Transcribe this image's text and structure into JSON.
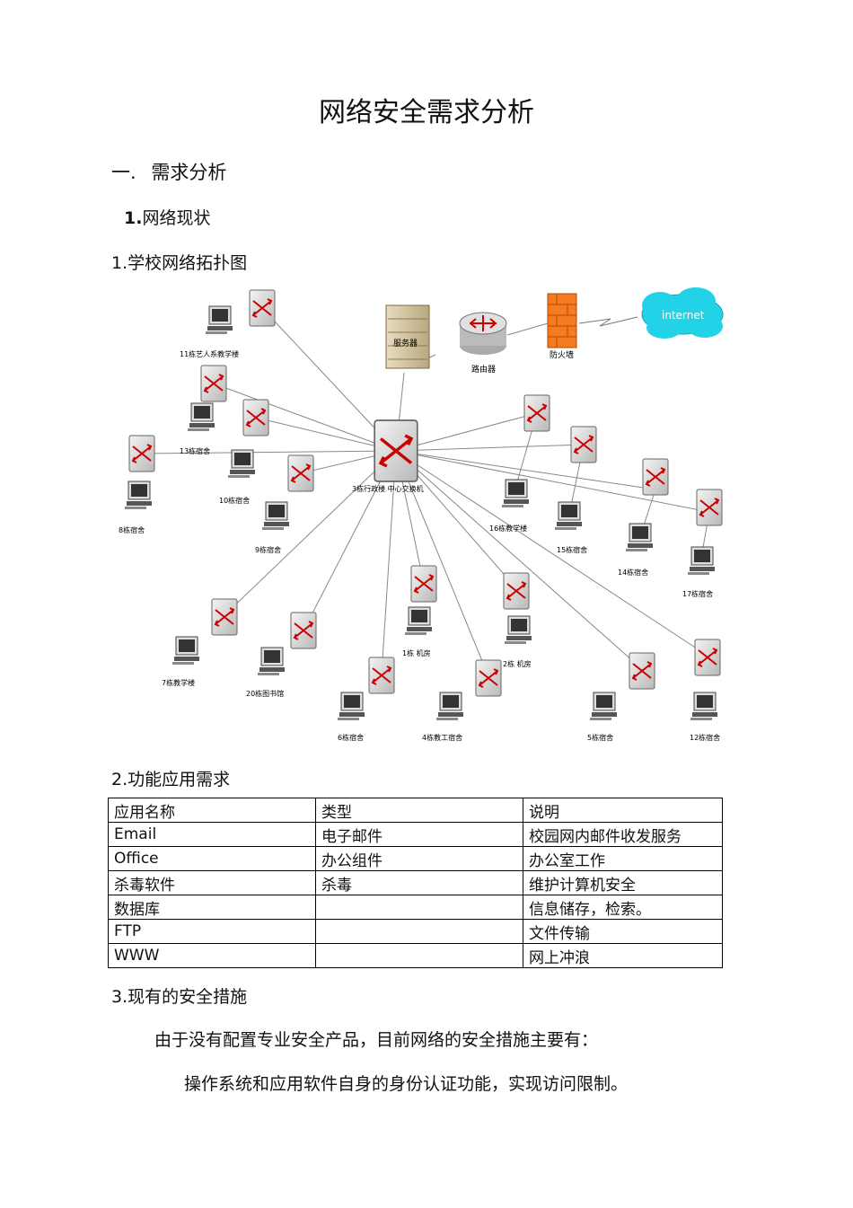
{
  "title": "网络安全需求分析",
  "section1": {
    "number": "一.",
    "label": "需求分析"
  },
  "section1_1": {
    "number": "1.",
    "label": "网络现状"
  },
  "section1_1_1": {
    "label": "1.学校网络拓扑图"
  },
  "diagram": {
    "internet": "internet",
    "server": "服务器",
    "router": "路由器",
    "firewall": "防火墙",
    "core_switch": "3栋行政楼   中心交换机",
    "buildings": [
      "11栋艺人系教学楼",
      "13栋宿舍",
      "10栋宿舍",
      "8栋宿舍",
      "9栋宿舍",
      "16栋教学楼",
      "15栋宿舍",
      "14栋宿舍",
      "17栋宿舍",
      "7栋教学楼",
      "20栋图书馆",
      "1栋  机房",
      "2栋  机房",
      "6栋宿舍",
      "4栋教工宿舍",
      "5栋宿舍",
      "12栋宿舍"
    ]
  },
  "section2": {
    "label": "2.功能应用需求"
  },
  "app_table": {
    "headers": [
      "应用名称",
      "类型",
      "说明"
    ],
    "rows": [
      [
        "Email",
        "电子邮件",
        "校园网内邮件收发服务"
      ],
      [
        "Office",
        "办公组件",
        "办公室工作"
      ],
      [
        "杀毒软件",
        "杀毒",
        "维护计算机安全"
      ],
      [
        "数据库",
        "",
        "信息储存，检索。"
      ],
      [
        "FTP",
        "",
        "文件传输"
      ],
      [
        "WWW",
        "",
        "网上冲浪"
      ]
    ]
  },
  "section3": {
    "label": "3.现有的安全措施"
  },
  "para1": "由于没有配置专业安全产品，目前网络的安全措施主要有：",
  "para2": "操作系统和应用软件自身的身份认证功能，实现访问限制。"
}
